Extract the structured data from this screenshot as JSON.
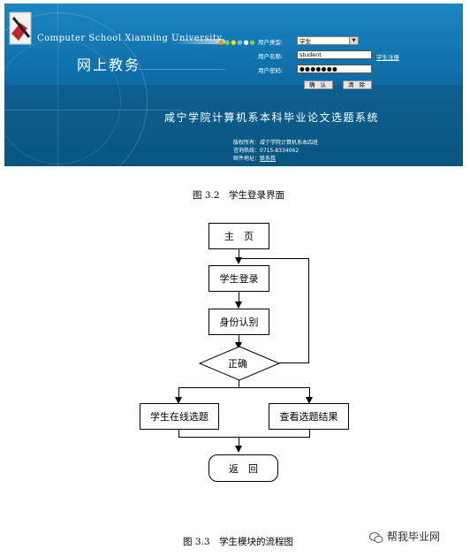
{
  "login_banner": {
    "school_name": "Computer School Xianning University",
    "portal_title": "网上教务",
    "user_type_label": "用户类型:",
    "user_type_value": "学生",
    "username_label": "用户名称:",
    "username_value": "student",
    "register_link": "学生注册",
    "password_label": "用户密码:",
    "password_value": "●●●●●●●",
    "confirm_button": "确 认",
    "clear_button": "清 除",
    "system_title": "咸宁学院计算机系本科毕业论文选题系统",
    "copyright": "版权所有：咸宁学院计算机系本四班",
    "phone": "咨询热线：0715-8334062",
    "email_label": "邮件地址：",
    "email_link": "联系我"
  },
  "caption_1": "图 3.2　学生登录界面",
  "flowchart": {
    "home": "主　页",
    "student_login": "学生登录",
    "authentication": "身份认别",
    "decision": "正确",
    "online_selection": "学生在线选题",
    "view_results": "查看选题结果",
    "return": "返　回"
  },
  "caption_2": "图 3.3　学生模块的流程图",
  "watermark": "帮我毕业网"
}
